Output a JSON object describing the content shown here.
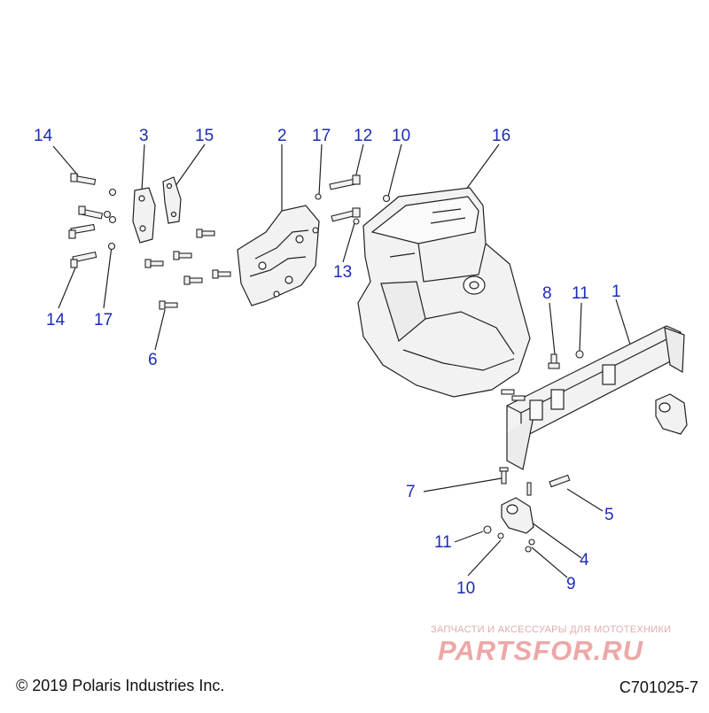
{
  "callouts": [
    {
      "id": "14",
      "label": "14"
    },
    {
      "id": "3",
      "label": "3"
    },
    {
      "id": "15",
      "label": "15"
    },
    {
      "id": "2",
      "label": "2"
    },
    {
      "id": "17",
      "label": "17"
    },
    {
      "id": "12",
      "label": "12"
    },
    {
      "id": "10",
      "label": "10"
    },
    {
      "id": "16",
      "label": "16"
    },
    {
      "id": "13",
      "label": "13"
    },
    {
      "id": "14b",
      "label": "14"
    },
    {
      "id": "17b",
      "label": "17"
    },
    {
      "id": "6",
      "label": "6"
    },
    {
      "id": "8",
      "label": "8"
    },
    {
      "id": "11",
      "label": "11"
    },
    {
      "id": "1",
      "label": "1"
    },
    {
      "id": "7",
      "label": "7"
    },
    {
      "id": "5",
      "label": "5"
    },
    {
      "id": "11b",
      "label": "11"
    },
    {
      "id": "4",
      "label": "4"
    },
    {
      "id": "10b",
      "label": "10"
    },
    {
      "id": "9",
      "label": "9"
    }
  ],
  "footer": {
    "copyright": "© 2019 Polaris Industries Inc.",
    "drawing_code": "C701025-7"
  },
  "watermark": {
    "tagline": "ЗАПЧАСТИ И АКСЕССУАРЫ ДЛЯ МОТОТЕХНИКИ",
    "logo": "PARTSFOR.RU"
  },
  "colors": {
    "callout": "#1d2bb8",
    "line": "#222222",
    "part_fill": "#f2f2f2",
    "watermark": "#e06060"
  }
}
